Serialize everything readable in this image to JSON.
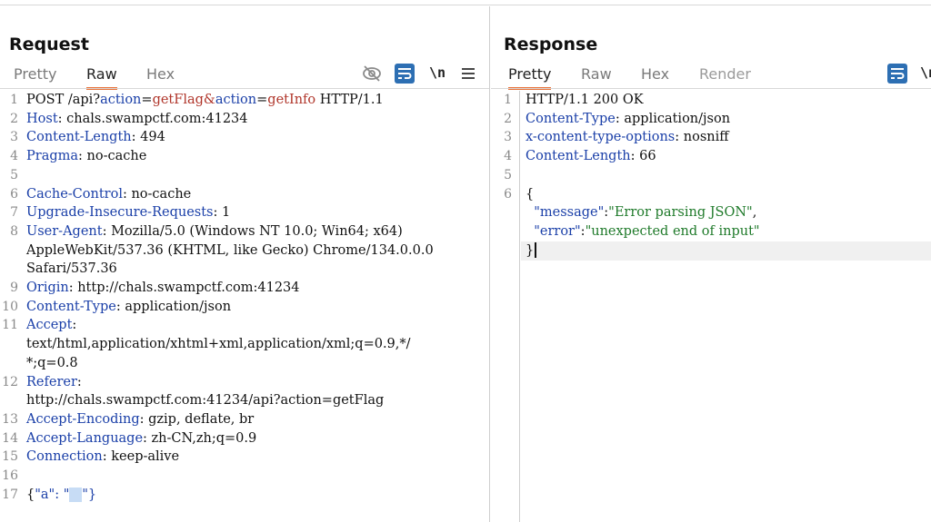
{
  "request": {
    "title": "Request",
    "tabs": [
      {
        "label": "Pretty",
        "active": false
      },
      {
        "label": "Raw",
        "active": true
      },
      {
        "label": "Hex",
        "active": false
      }
    ],
    "newline_toggle": "\\n",
    "lines": [
      {
        "n": "1",
        "text": "POST /api?action=getFlag&action=getInfo HTTP/1.1"
      },
      {
        "n": "2",
        "key": "Host",
        "value": "chals.swampctf.com:41234"
      },
      {
        "n": "3",
        "key": "Content-Length",
        "value": "494"
      },
      {
        "n": "4",
        "key": "Pragma",
        "value": "no-cache"
      },
      {
        "n": "5",
        "text": ""
      },
      {
        "n": "6",
        "key": "Cache-Control",
        "value": "no-cache"
      },
      {
        "n": "7",
        "key": "Upgrade-Insecure-Requests",
        "value": "1"
      },
      {
        "n": "8",
        "key": "User-Agent",
        "value": "Mozilla/5.0 (Windows NT 10.0; Win64; x64)"
      },
      {
        "n": "",
        "text": "AppleWebKit/537.36 (KHTML, like Gecko) Chrome/134.0.0.0"
      },
      {
        "n": "",
        "text": "Safari/537.36"
      },
      {
        "n": "9",
        "key": "Origin",
        "value": "http://chals.swampctf.com:41234"
      },
      {
        "n": "10",
        "key": "Content-Type",
        "value": "application/json"
      },
      {
        "n": "11",
        "key": "Accept",
        "value": ""
      },
      {
        "n": "",
        "text": "text/html,application/xhtml+xml,application/xml;q=0.9,*/"
      },
      {
        "n": "",
        "text": "*;q=0.8"
      },
      {
        "n": "12",
        "key": "Referer",
        "value": ""
      },
      {
        "n": "",
        "text": "http://chals.swampctf.com:41234/api?action=getFlag"
      },
      {
        "n": "13",
        "key": "Accept-Encoding",
        "value": "gzip, deflate, br"
      },
      {
        "n": "14",
        "key": "Accept-Language",
        "value": "zh-CN,zh;q=0.9"
      },
      {
        "n": "15",
        "key": "Connection",
        "value": "keep-alive"
      },
      {
        "n": "16",
        "text": ""
      },
      {
        "n": "17",
        "body": true
      }
    ],
    "line1": {
      "method_path": "POST /api?",
      "p1_name": "action",
      "eq": "=",
      "p1_value": "getFlag",
      "amp": "&",
      "p2_name": "action",
      "p2_value": "getInfo",
      "proto": " HTTP/1.1"
    },
    "body": {
      "open": "{",
      "key": "\"a\"",
      "colon": ": \"",
      "close": "\"}"
    }
  },
  "response": {
    "title": "Response",
    "tabs": [
      {
        "label": "Pretty",
        "active": true
      },
      {
        "label": "Raw",
        "active": false
      },
      {
        "label": "Hex",
        "active": false
      },
      {
        "label": "Render",
        "active": false,
        "disabled": true
      }
    ],
    "newline_toggle": "\\n",
    "lines": [
      {
        "n": "1",
        "text": "HTTP/1.1 200 OK"
      },
      {
        "n": "2",
        "key": "Content-Type",
        "value": "application/json"
      },
      {
        "n": "3",
        "key": "x-content-type-options",
        "value": "nosniff"
      },
      {
        "n": "4",
        "key": "Content-Length",
        "value": "66"
      },
      {
        "n": "5",
        "text": ""
      },
      {
        "n": "6",
        "text": "{"
      },
      {
        "n": "",
        "jkey": "\"message\"",
        "jval": "\"Error parsing JSON\"",
        "comma": ","
      },
      {
        "n": "",
        "jkey": "\"error\"",
        "jval": "\"unexpected end of input\"",
        "comma": ""
      },
      {
        "n": "",
        "text": "}",
        "cursor": true
      }
    ]
  },
  "colors": {
    "tab_underline": "#e8733a",
    "header_key": "#1a3fa8",
    "param_value": "#b0352a",
    "json_string": "#1f7a2a",
    "toolbar_blue": "#2d6fb3"
  }
}
